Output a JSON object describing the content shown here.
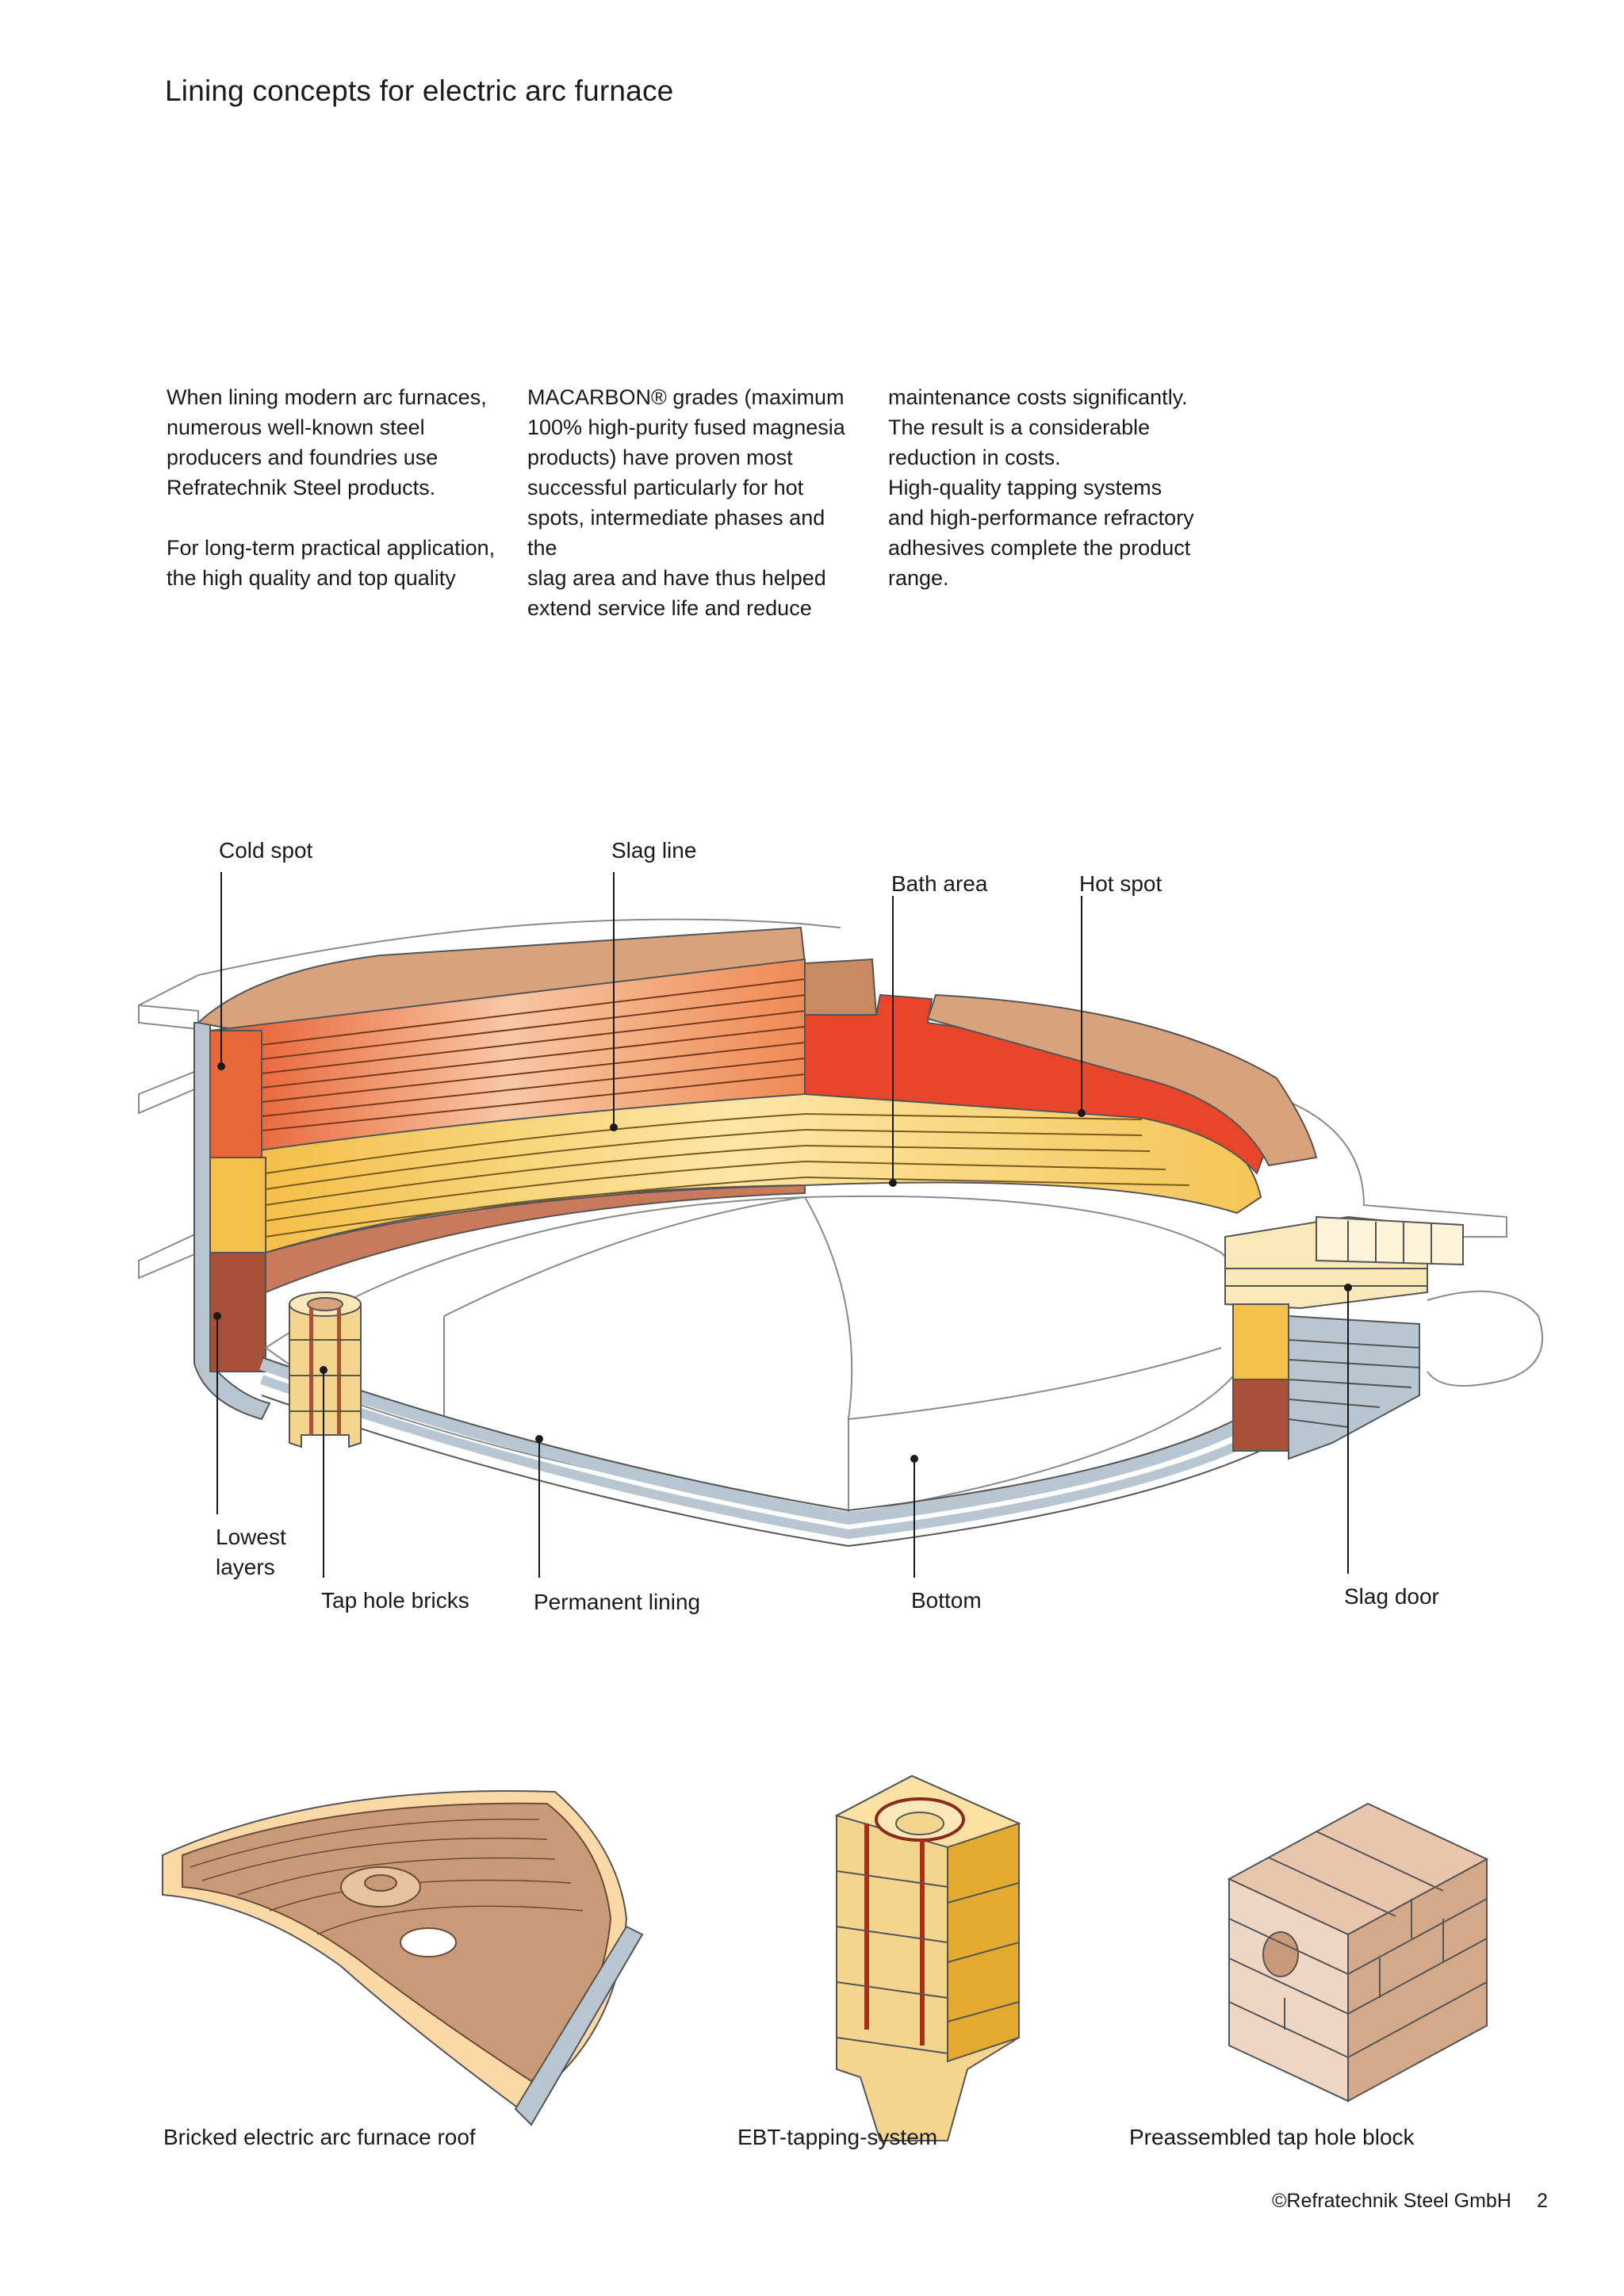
{
  "title": "Lining concepts for electric arc furnace",
  "intro": {
    "col1": "When lining modern arc furnaces,\nnumerous well-known steel\nproducers and foundries use\nRefratechnik Steel products.\n\nFor long-term practical application,\nthe high quality and top quality",
    "col2": "MACARBON® grades (maximum\n100% high-purity fused magnesia\nproducts) have proven most\nsuccessful particularly for hot\nspots, intermediate phases and the\nslag area and have thus helped\nextend service life and reduce",
    "col3": "maintenance costs significantly.\nThe result is a considerable\nreduction in costs.\nHigh-quality tapping systems\nand high-performance refractory\nadhesives complete the product\nrange."
  },
  "furnace_labels": {
    "cold_spot": "Cold spot",
    "slag_line": "Slag line",
    "bath_area": "Bath area",
    "hot_spot": "Hot spot",
    "lowest_layers": "Lowest\nlayers",
    "tap_hole_bricks": "Tap hole bricks",
    "permanent_lining": "Permanent lining",
    "bottom": "Bottom",
    "slag_door": "Slag door"
  },
  "captions": {
    "roof": "Bricked electric arc furnace roof",
    "ebt": "EBT-tapping-system",
    "tap_block": "Preassembled tap hole block"
  },
  "footer": {
    "copyright": "©Refratechnik Steel GmbH",
    "page_number": "2"
  },
  "colors": {
    "slag_line_orange": "#e8683a",
    "bath_yellow": "#f5c04a",
    "cream": "#fbe8b8",
    "brick_brown": "#a8503a",
    "permanent_blue": "#b8c6d2",
    "tan_top": "#d7a27c"
  }
}
